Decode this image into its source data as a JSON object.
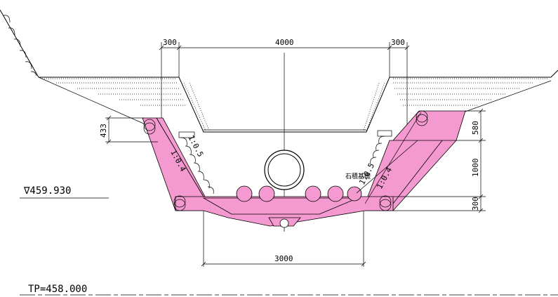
{
  "dimensions": {
    "left_margin": "300",
    "top_width": "4000",
    "right_margin": "300",
    "bottom_width": "3000",
    "left_height": "433",
    "right_top": "580",
    "right_mid": "1000",
    "right_bottom": "300"
  },
  "levels": {
    "water_level": "∇459.930",
    "tp_level": "TP=458.000"
  },
  "slopes": {
    "left_outer": "1:0.4",
    "left_inner": "1:0.5",
    "right_inner": "1:0.5",
    "right_outer": "1:0.4"
  },
  "labels": {
    "stone_masonry": "石積基礎"
  },
  "colors": {
    "fill_pink": "#f59ad0",
    "line": "#000000"
  }
}
